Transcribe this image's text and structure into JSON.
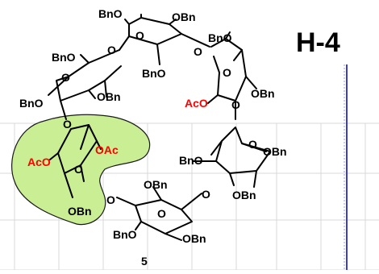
{
  "heading": "H-4",
  "compound_number": "5",
  "colors": {
    "grid": "#d9d9d9",
    "highlight_fill": "#c9ee94",
    "highlight_stroke": "#1a1a1a",
    "acetyl": "#ff0000",
    "bond": "#000000",
    "spectrum_line": "#3b3bd6",
    "spectrum_dash": "#9a9af0"
  },
  "labels": {
    "bno_top": "BnO",
    "obn_top": "OBn",
    "bno_upper_left": "BnO",
    "bno_mid": "BnO",
    "bno_upper_right": "BnO",
    "bno_left": "BnO",
    "obn_left": "OBn",
    "aco_right": "AcO",
    "obn_right": "OBn",
    "oac_highlight": "OAc",
    "aco_highlight": "AcO",
    "obn_highlight": "OBn",
    "bno_lower_right": "BnO",
    "obn_lower_right": "OBn",
    "obn_lower_right2": "OBn",
    "obn_bottom_mid": "OBn",
    "bno_bottom": "BnO",
    "obn_bottom": "OBn"
  }
}
